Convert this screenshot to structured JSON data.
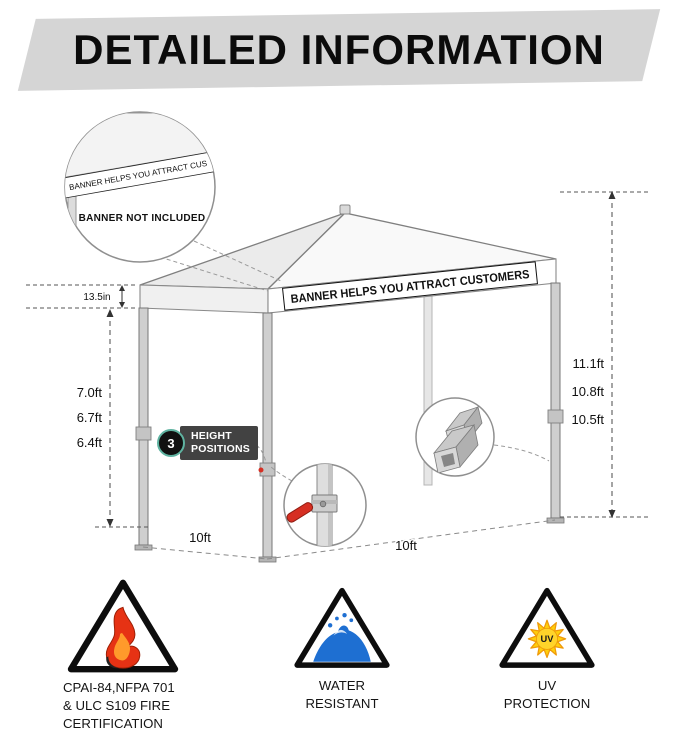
{
  "header": {
    "title": "DETAILED INFORMATION"
  },
  "zoom_inset": {
    "banner_text_preview": "BANNER HELPS YOU ATTRACT CUS",
    "note": "BANNER NOT INCLUDED"
  },
  "canopy": {
    "banner_text": "BANNER HELPS YOU ATTRACT CUSTOMERS"
  },
  "dimensions": {
    "valance_height": "13.5in",
    "leg_heights": [
      "7.0ft",
      "6.7ft",
      "6.4ft"
    ],
    "peak_heights": [
      "11.1ft",
      "10.8ft",
      "10.5ft"
    ],
    "width_left_edge": "10ft",
    "width_front_edge": "10ft"
  },
  "height_badge": {
    "count": "3",
    "line1": "HEIGHT",
    "line2": "POSITIONS"
  },
  "features": [
    {
      "name": "fire-certification",
      "lines": [
        "CPAI-84,NFPA 701",
        "& ULC S109 FIRE",
        "CERTIFICATION"
      ]
    },
    {
      "name": "water-resistant",
      "lines": [
        "WATER",
        "RESISTANT"
      ]
    },
    {
      "name": "uv-protection",
      "icon_label": "UV",
      "lines": [
        "UV",
        "PROTECTION"
      ]
    }
  ],
  "colors": {
    "band_gray": "#d5d5d5",
    "flame_red": "#e63214",
    "water_blue": "#1e6fd2",
    "sun_yellow": "#ffd21f",
    "lever_red": "#d62f23",
    "badge_dark": "#424242",
    "badge_ring_teal": "#5fb3a1"
  }
}
